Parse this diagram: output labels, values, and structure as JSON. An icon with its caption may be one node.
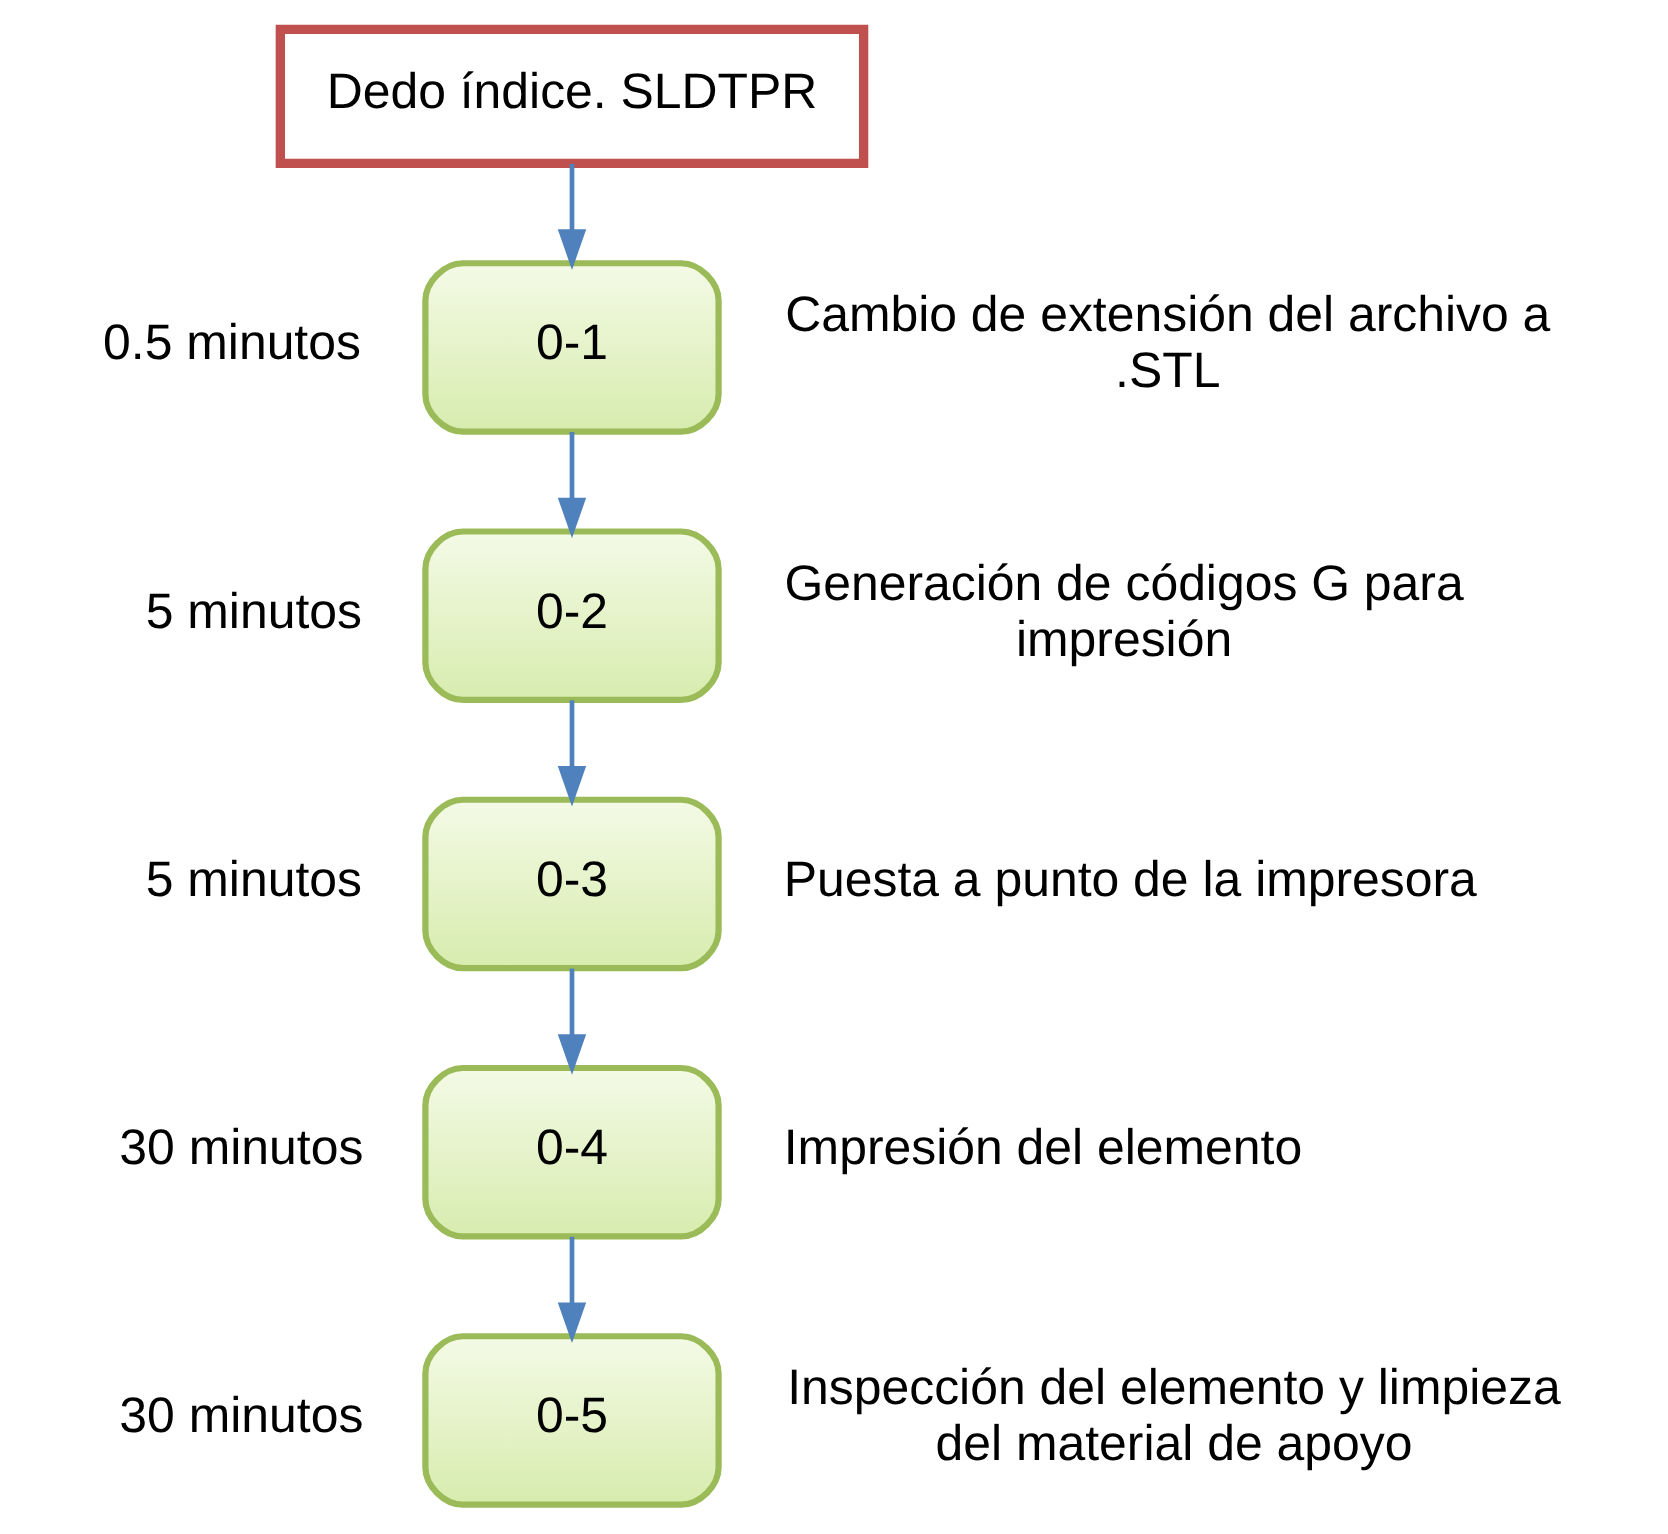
{
  "diagram": {
    "nodes": [
      {
        "text": [
          "Dedo índice. SLDTPR"
        ]
      },
      {
        "text": [
          "0-1"
        ],
        "beside": [
          "0.5 minutos",
          "Cambio de extensión del archivo a .STL"
        ]
      },
      {
        "text": [
          "0-2"
        ],
        "beside": [
          "5 minutos",
          "Generación de códigos G para impresión"
        ]
      },
      {
        "text": [
          "0-3"
        ],
        "beside": [
          "5 minutos",
          "Puesta a punto de la impresora"
        ]
      },
      {
        "text": [
          "0-4"
        ],
        "beside": [
          "30 minutos",
          "Impresión del elemento"
        ]
      },
      {
        "text": [
          "0-5"
        ],
        "beside": [
          "30 minutos",
          "Inspección del elemento y limpieza del material de apoyo"
        ]
      }
    ],
    "edges": [
      {
        "from": 0,
        "to": 1,
        "arrow": "to"
      },
      {
        "from": 1,
        "to": 2,
        "arrow": "to"
      },
      {
        "from": 2,
        "to": 3,
        "arrow": "to"
      },
      {
        "from": 3,
        "to": 4,
        "arrow": "to"
      },
      {
        "from": 4,
        "to": 5,
        "arrow": "to"
      }
    ]
  }
}
